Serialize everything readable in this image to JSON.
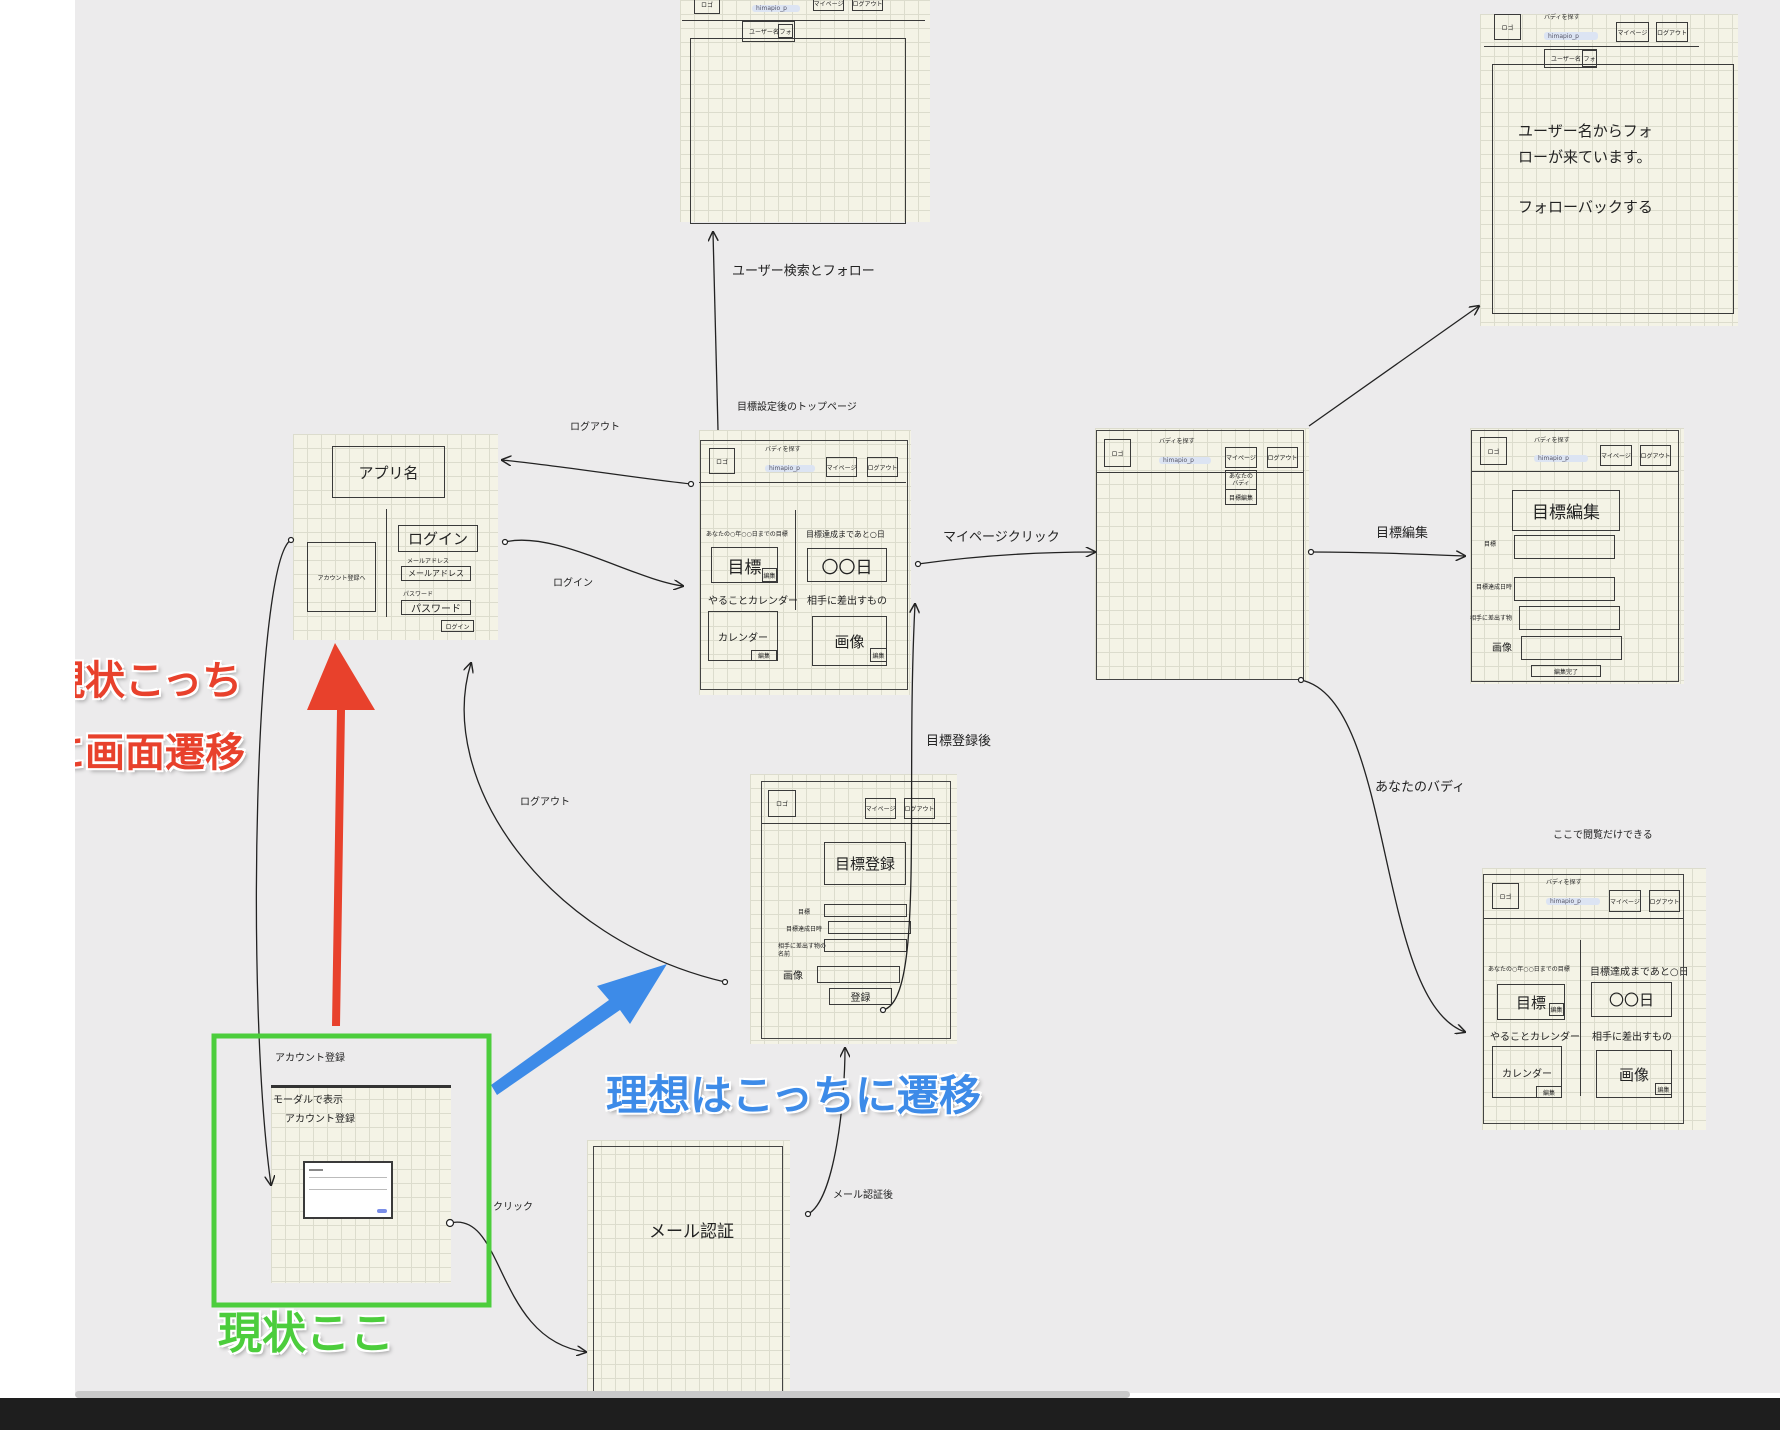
{
  "frames": {
    "user_search": {
      "user_label": "ユーザー名",
      "follow_btn": "フォ",
      "dd": "himapio_p",
      "mypage": "マイページ",
      "logout": "ログアウト",
      "logo": "ロゴ"
    },
    "follow_notice": {
      "logo": "ロゴ",
      "search_title": "バディを探す",
      "dd": "himapio_p",
      "mypage": "マイページ",
      "logout": "ログアウト",
      "user_label": "ユーザー名",
      "follow_btn": "フォ",
      "line1": "ユーザー名からフォ",
      "line2": "ローが来ています。",
      "followback": "フォローバックする"
    },
    "login": {
      "app_name": "アプリ名",
      "signup": "アカウント登録へ",
      "login_title": "ログイン",
      "email_label": "メールアドレス",
      "email_input": "メールアドレス",
      "password_label": "パスワード",
      "password_input": "パスワード",
      "login_btn": "ログイン"
    },
    "top": {
      "caption": "目標設定後のトップページ",
      "logo": "ロゴ",
      "search_title": "バディを探す",
      "dd": "himapio_p",
      "mypage": "マイページ",
      "logout": "ログアウト",
      "goal_until": "あなたの○年○○日までの目標",
      "days_left": "目標達成まであと○日",
      "goal": "目標",
      "edit": "編集",
      "days": "〇〇日",
      "calendar_title": "やることカレンダー",
      "present_title": "相手に差出すもの",
      "calendar": "カレンダー",
      "image": "画像"
    },
    "mypage": {
      "logo": "ロゴ",
      "search_title": "バディを探す",
      "dd": "himapio_p",
      "mypage": "マイページ",
      "logout": "ログアウト",
      "menu1": "あなたの",
      "menu1b": "バディ",
      "menu2": "目標編集"
    },
    "goal_edit": {
      "logo": "ロゴ",
      "search_title": "バディを探す",
      "dd": "himapio_p",
      "mypage": "マイページ",
      "logout": "ログアウト",
      "title": "目標編集",
      "goal_label": "目標",
      "date_label": "目標達成日時",
      "present_label": "相手に差出す物",
      "image_label": "画像",
      "done_btn": "編集完了"
    },
    "goal_register": {
      "logo": "ロゴ",
      "mypage": "マイページ",
      "logout": "ログアウト",
      "title": "目標登録",
      "goal_label": "目標",
      "date_label": "目標達成日時",
      "present_label1": "相手に差出す物の",
      "present_label2": "名前",
      "image_label": "画像",
      "register_btn": "登録"
    },
    "buddy": {
      "caption": "ここで閲覧だけできる",
      "logo": "ロゴ",
      "search_title": "バディを探す",
      "dd": "himapio_p",
      "mypage": "マイページ",
      "logout": "ログアウト",
      "goal_until": "あなたの○年○○日までの目標",
      "days_left": "目標達成まであと○日",
      "goal": "目標",
      "edit": "編集",
      "days": "〇〇日",
      "calendar_title": "やることカレンダー",
      "present_title": "相手に差出すもの",
      "calendar": "カレンダー",
      "image": "画像"
    },
    "account": {
      "caption": "アカウント登録",
      "modal_caption": "モーダルで表示",
      "modal_title": "アカウント登録"
    },
    "mail": {
      "title": "メール認証"
    }
  },
  "edges": {
    "user_search": "ユーザー検索とフォロー",
    "logout_top": "ログアウト",
    "login": "ログイン",
    "mypage_click": "マイページクリック",
    "goal_edit": "目標編集",
    "your_buddy": "あなたのバディ",
    "after_goal": "目標登録後",
    "logout_bottom": "ログアウト",
    "click": "クリック",
    "after_mail": "メール認証後"
  },
  "notes": {
    "current_transition_line1": "現状こっち",
    "current_transition_line2": "に画面遷移",
    "ideal": "理想はこっちに遷移",
    "current_here": "現状ここ"
  },
  "colors": {
    "red": "#e8412c",
    "blue": "#3d8be8",
    "green": "#4ccd3c"
  }
}
